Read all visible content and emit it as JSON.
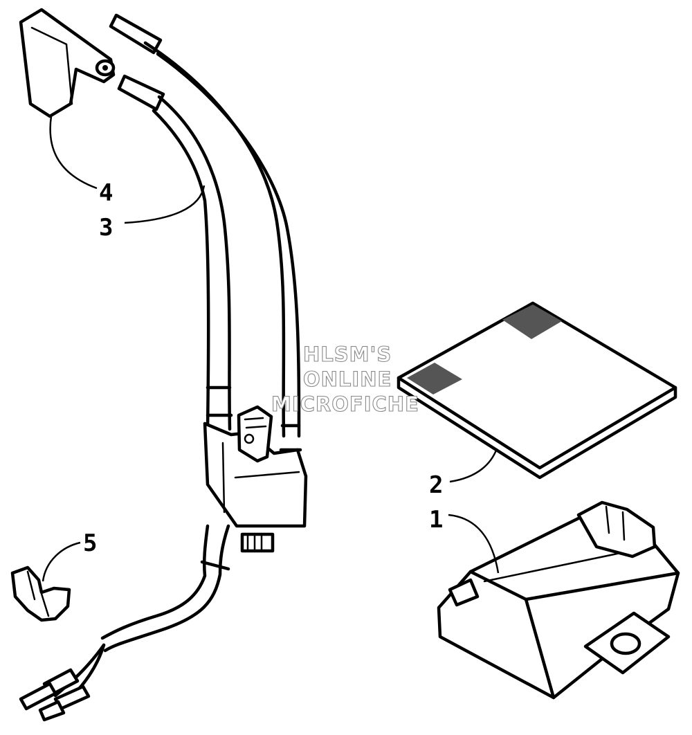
{
  "callouts": {
    "part_1": "1",
    "part_2": "2",
    "part_3": "3",
    "part_4": "4",
    "part_5": "5"
  },
  "watermark": {
    "line_1": "HLSM'S",
    "line_2": "ONLINE",
    "line_3": "MICROFICHE"
  },
  "colors": {
    "ink": "#000000",
    "background": "#ffffff",
    "watermark_outline": "#8a8a8a"
  }
}
